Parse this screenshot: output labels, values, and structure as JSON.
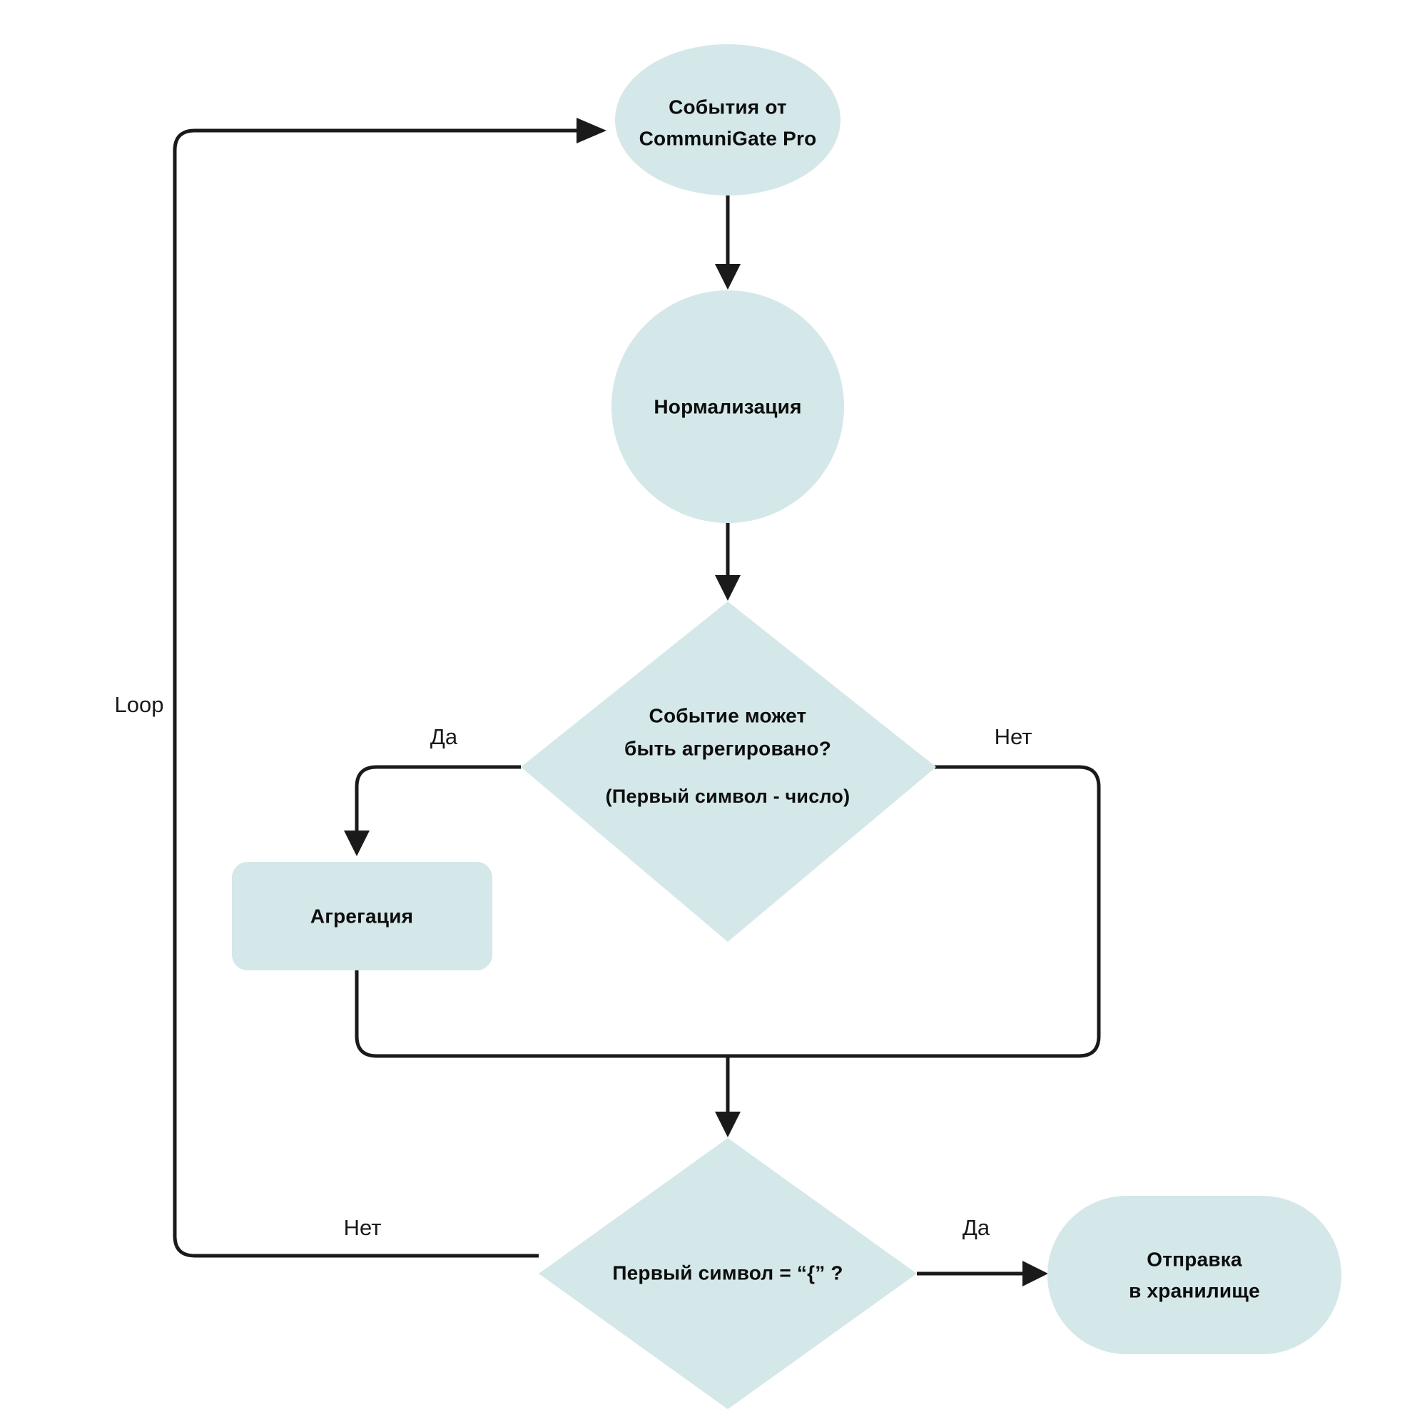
{
  "diagram": {
    "title": "Event processing flowchart",
    "colors": {
      "node_fill": "#d4e7e9",
      "edge_stroke": "#1a1a1a",
      "text": "#0d0d0d",
      "background": "#ffffff"
    },
    "nodes": {
      "source": {
        "shape": "ellipse",
        "line1": "События от",
        "line2": "CommuniGate Pro"
      },
      "normalize": {
        "shape": "circle",
        "line1": "Нормализация"
      },
      "decision_aggregate": {
        "shape": "diamond",
        "line1": "Событие может",
        "line2": "быть агрегировано?",
        "line3": "(Первый символ - число)"
      },
      "aggregation": {
        "shape": "rounded-rect",
        "line1": "Агрегация"
      },
      "decision_brace": {
        "shape": "diamond",
        "line1": "Первый символ  = “{” ?"
      },
      "storage": {
        "shape": "stadium",
        "line1": "Отправка",
        "line2": "в хранилище"
      }
    },
    "edge_labels": {
      "loop": "Loop",
      "aggregate_yes": "Да",
      "aggregate_no": "Нет",
      "brace_no": "Нет",
      "brace_yes": "Да"
    }
  }
}
